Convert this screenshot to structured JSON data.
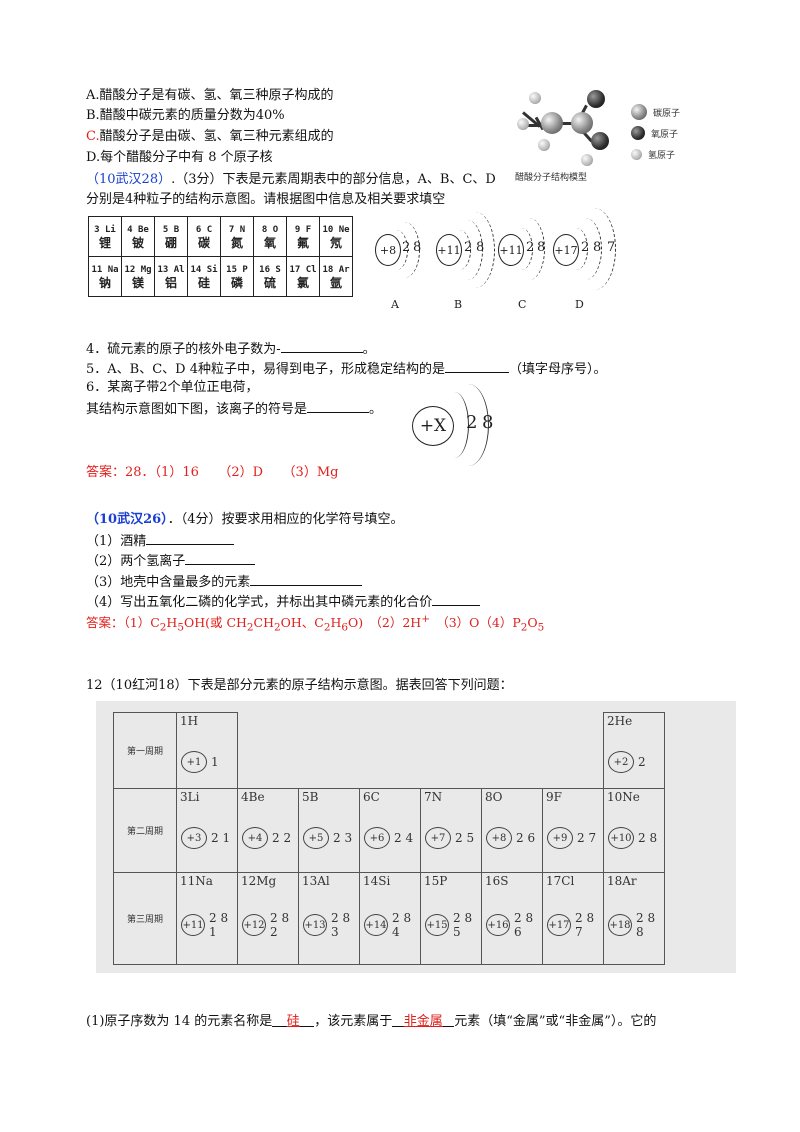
{
  "question_prev": {
    "options": [
      {
        "letter": "A.",
        "text": "醋酸分子是有碳、氢、氧三种原子构成的",
        "letter_color": "#111111"
      },
      {
        "letter": "B.",
        "text": "醋酸中碳元素的质量分数为40%",
        "letter_color": "#111111"
      },
      {
        "letter": "C.",
        "text": "醋酸分子是由碳、氢、氧三种元素组成的",
        "letter_color": "#e0201c"
      },
      {
        "letter": "D.",
        "text": "每个醋酸分子中有 8 个原子核",
        "letter_color": "#111111"
      }
    ],
    "molecule_figure": {
      "caption": "醋酸分子结构模型",
      "legend": [
        "碳原子",
        "氧原子",
        "氢原子"
      ]
    }
  },
  "q28": {
    "source": "（10武汉28）",
    "intro_line1": ".（3分）下表是元素周期表中的部分信息，A、B、C、D",
    "intro_line2": "分别是4种粒子的结构示意图。请根据图中信息及相关要求填空",
    "table": {
      "rows": [
        [
          {
            "sym": "3 Li",
            "name": "锂"
          },
          {
            "sym": "4 Be",
            "name": "铍"
          },
          {
            "sym": "5 B",
            "name": "硼"
          },
          {
            "sym": "6 C",
            "name": "碳"
          },
          {
            "sym": "7 N",
            "name": "氮"
          },
          {
            "sym": "8 O",
            "name": "氧"
          },
          {
            "sym": "9 F",
            "name": "氟"
          },
          {
            "sym": "10 Ne",
            "name": "氖"
          }
        ],
        [
          {
            "sym": "11 Na",
            "name": "钠"
          },
          {
            "sym": "12 Mg",
            "name": "镁"
          },
          {
            "sym": "13 Al",
            "name": "铝"
          },
          {
            "sym": "14 Si",
            "name": "硅"
          },
          {
            "sym": "15 P",
            "name": "磷"
          },
          {
            "sym": "16 S",
            "name": "硫"
          },
          {
            "sym": "17 Cl",
            "name": "氯"
          },
          {
            "sym": "18 Ar",
            "name": "氩"
          }
        ]
      ]
    },
    "diagrams": [
      {
        "label": "A",
        "nucleus": "+8",
        "shells": [
          "2",
          "8"
        ]
      },
      {
        "label": "B",
        "nucleus": "+11",
        "shells": [
          "2",
          "8",
          ""
        ]
      },
      {
        "label": "C",
        "nucleus": "+11",
        "shells": [
          "2",
          "8"
        ]
      },
      {
        "label": "D",
        "nucleus": "+17",
        "shells": [
          "2",
          "8",
          "7"
        ]
      }
    ],
    "q4": "4．硫元素的原子的核外电子数为-",
    "q4_end": "。",
    "q5": "5．A、B、C、D 4种粒子中，易得到电子，形成稳定结构的是",
    "q5_end": "（填字母序号）。",
    "q6_line1": "6．某离子带2个单位正电荷，",
    "q6_line2": "其结构示意图如下图，该离子的符号是",
    "q6_end": "。",
    "ion_diagram": {
      "nucleus": "+X",
      "shells": [
        "2",
        "8"
      ]
    },
    "answer": "答案：28．（1）16　　（2）D　　（3）Mg"
  },
  "q26": {
    "source": "（10武汉26）",
    "intro": "．（4分）按要求用相应的化学符号填空。",
    "items": [
      "（1）酒精",
      "（2）两个氢离子",
      "（3）地壳中含量最多的元素",
      "（4）写出五氧化二磷的化学式，并标出其中磷元素的化合价"
    ],
    "answer_prefix": "答案：",
    "answer_parts": {
      "p1": "（1）C",
      "p1_sub1": "2",
      "p1_h": "H",
      "p1_sub2": "5",
      "p1_rest": "OH(或 CH",
      "p1_sub3": "2",
      "p1_rest2": "CH",
      "p1_sub4": "2",
      "p1_rest3": "OH、C",
      "p1_sub5": "2",
      "p1_rest4": "H",
      "p1_sub6": "6",
      "p1_rest5": "O)",
      "p2": "　（2）2H",
      "p2_sup": "+",
      "p3": "　（3）O（4）P",
      "p3_sub1": "2",
      "p3_o": "O",
      "p3_sub2": "5"
    }
  },
  "q12": {
    "title": "12（10红河18）下表是部分元素的原子结构示意图。据表回答下列问题：",
    "table": {
      "period_labels": [
        "第一周期",
        "第二周期",
        "第三周期"
      ],
      "period1": [
        {
          "el": "1H",
          "nucleus": "+1",
          "shells": "1"
        },
        {
          "el": "2He",
          "nucleus": "+2",
          "shells": "2"
        }
      ],
      "period2": [
        {
          "el": "3Li",
          "nucleus": "+3",
          "shells": "2 1"
        },
        {
          "el": "4Be",
          "nucleus": "+4",
          "shells": "2 2"
        },
        {
          "el": "5B",
          "nucleus": "+5",
          "shells": "2 3"
        },
        {
          "el": "6C",
          "nucleus": "+6",
          "shells": "2 4"
        },
        {
          "el": "7N",
          "nucleus": "+7",
          "shells": "2 5"
        },
        {
          "el": "8O",
          "nucleus": "+8",
          "shells": "2 6"
        },
        {
          "el": "9F",
          "nucleus": "+9",
          "shells": "2 7"
        },
        {
          "el": "10Ne",
          "nucleus": "+10",
          "shells": "2 8"
        }
      ],
      "period3": [
        {
          "el": "11Na",
          "nucleus": "+11",
          "shells": "2 8 1"
        },
        {
          "el": "12Mg",
          "nucleus": "+12",
          "shells": "2 8 2"
        },
        {
          "el": "13Al",
          "nucleus": "+13",
          "shells": "2 8 3"
        },
        {
          "el": "14Si",
          "nucleus": "+14",
          "shells": "2 8 4"
        },
        {
          "el": "15P",
          "nucleus": "+15",
          "shells": "2 8 5"
        },
        {
          "el": "16S",
          "nucleus": "+16",
          "shells": "2 8 6"
        },
        {
          "el": "17Cl",
          "nucleus": "+17",
          "shells": "2 8 7"
        },
        {
          "el": "18Ar",
          "nucleus": "+18",
          "shells": "2 8 8"
        }
      ]
    },
    "sub1_a": "(1)原子序数为 14 的元素名称是",
    "sub1_ans1": "硅",
    "sub1_b": "，该元素属于",
    "sub1_ans2": "非金属",
    "sub1_c": "元素（填“金属”或“非金属”）。它的"
  }
}
